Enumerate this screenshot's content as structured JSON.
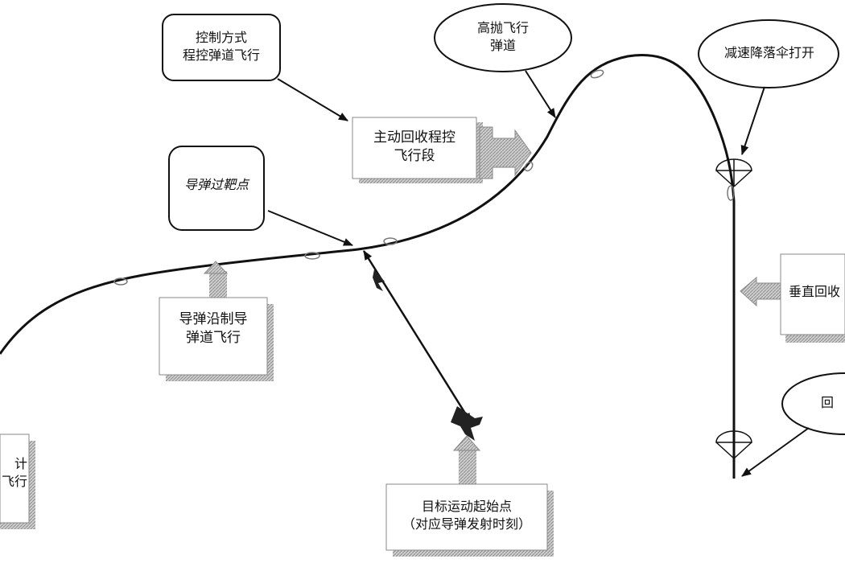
{
  "labels": {
    "control_mode": {
      "line1": "控制方式",
      "line2": "程控弹道飞行"
    },
    "high_throw": {
      "line1": "高抛飞行",
      "line2": "弹道"
    },
    "parachute": {
      "line1": "减速降落伞打开"
    },
    "active_recovery": {
      "line1": "主动回收程控",
      "line2": "飞行段"
    },
    "target_pass": {
      "line1": "导弹过靶点"
    },
    "guided_flight": {
      "line1": "导弹沿制导",
      "line2": "弹道飞行"
    },
    "target_start": {
      "line1": "目标运动起始点",
      "line2": "（对应导弹发射时刻）"
    },
    "vertical_recovery": {
      "line1": "垂直回收"
    },
    "recovery_point": {
      "line1": "回"
    },
    "left_partial": {
      "line1": "计",
      "line2": "飞行"
    }
  },
  "colors": {
    "line": "#111111",
    "box_fill": "#ffffff",
    "shadow": "#b9b9b9",
    "hatch": "#9a9a9a"
  }
}
